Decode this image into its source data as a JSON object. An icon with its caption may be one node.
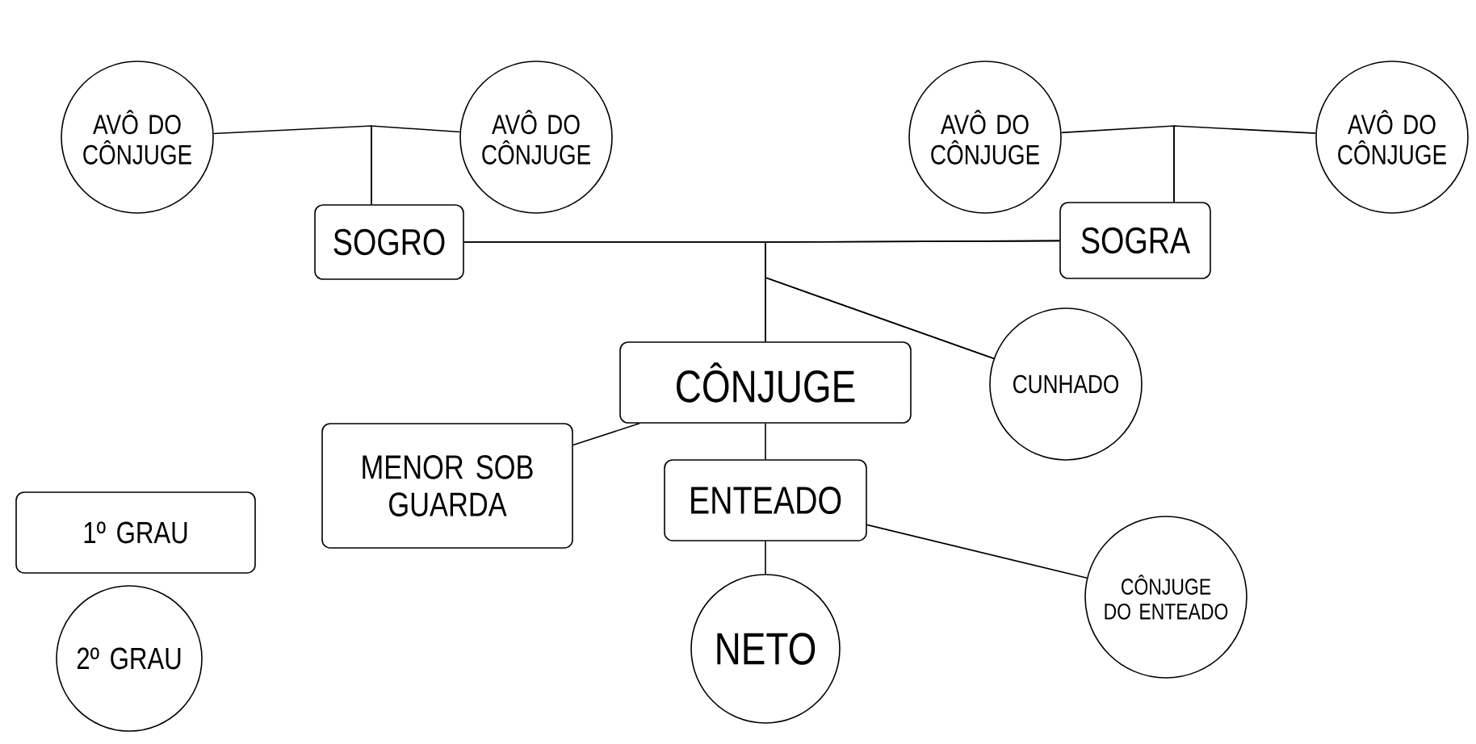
{
  "diagram": {
    "nodes": [
      {
        "text": [
          "AVÔ DO CÔNJUGE"
        ]
      },
      {
        "text": [
          "AVÔ DO CÔNJUGE"
        ]
      },
      {
        "text": [
          "AVÔ DO CÔNJUGE"
        ]
      },
      {
        "text": [
          "AVÔ DO CÔNJUGE"
        ]
      },
      {
        "text": [
          "SOGRO"
        ]
      },
      {
        "text": [
          "SOGRA"
        ]
      },
      {
        "text": [
          "CÔNJUGE"
        ]
      },
      {
        "text": [
          "CUNHADO"
        ]
      },
      {
        "text": [
          "MENOR SOB GUARDA"
        ]
      },
      {
        "text": [
          "1º GRAU"
        ]
      },
      {
        "text": [
          "ENTEADO"
        ]
      },
      {
        "text": [
          "CÔNJUGE DO ENTEADO"
        ]
      },
      {
        "text": [
          "NETO"
        ]
      },
      {
        "text": [
          "2º GRAU"
        ]
      }
    ],
    "edges": [
      {
        "from": 0,
        "to": 4,
        "arrow": "none"
      },
      {
        "from": 1,
        "to": 4,
        "arrow": "none"
      },
      {
        "from": 2,
        "to": 5,
        "arrow": "none"
      },
      {
        "from": 3,
        "to": 5,
        "arrow": "none"
      },
      {
        "from": 4,
        "to": 6,
        "arrow": "none"
      },
      {
        "from": 5,
        "to": 6,
        "arrow": "none"
      },
      {
        "from": 4,
        "to": 7,
        "arrow": "none"
      },
      {
        "from": 5,
        "to": 7,
        "arrow": "none"
      },
      {
        "from": 6,
        "to": 8,
        "arrow": "none"
      },
      {
        "from": 6,
        "to": 10,
        "arrow": "none"
      },
      {
        "from": 10,
        "to": 12,
        "arrow": "none"
      },
      {
        "from": 10,
        "to": 11,
        "arrow": "none"
      }
    ]
  }
}
